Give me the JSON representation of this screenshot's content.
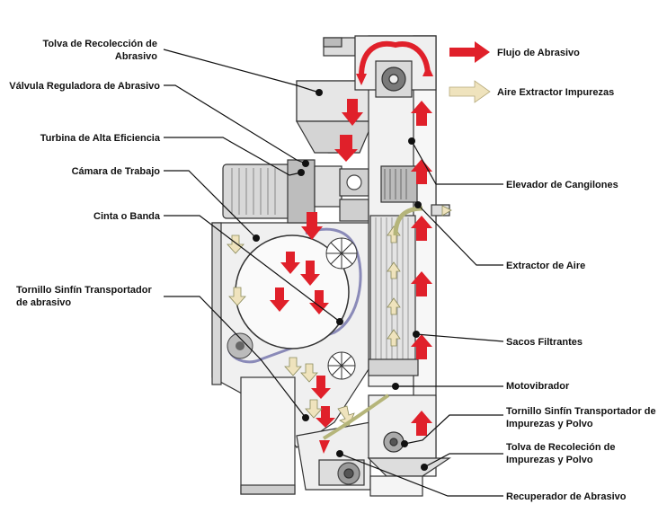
{
  "legend": {
    "abrasive_flow": "Flujo de Abrasivo",
    "air_extractor": "Aire Extractor Impurezas",
    "abrasive_color": "#e0202a",
    "air_color": "#efe3bd"
  },
  "labels": {
    "tolva_recoleccion": "Tolva de Recolección de\nAbrasivo",
    "valvula": "Válvula Reguladora de Abrasivo",
    "turbina": "Turbina de Alta Eficiencia",
    "camara": "Cámara de Trabajo",
    "cinta": "Cinta o Banda",
    "tornillo_abrasivo": "Tornillo Sinfín Transportador\nde abrasivo",
    "elevador": "Elevador de Cangilones",
    "extractor": "Extractor de Aire",
    "sacos": "Sacos Filtrantes",
    "motovibrador": "Motovibrador",
    "tornillo_impurezas": "Tornillo Sinfín Transportador de\nImpurezas y Polvo",
    "tolva_impurezas": "Tolva de Recoleción de\nImpurezas y Polvo",
    "recuperador": "Recuperador de Abrasivo"
  }
}
